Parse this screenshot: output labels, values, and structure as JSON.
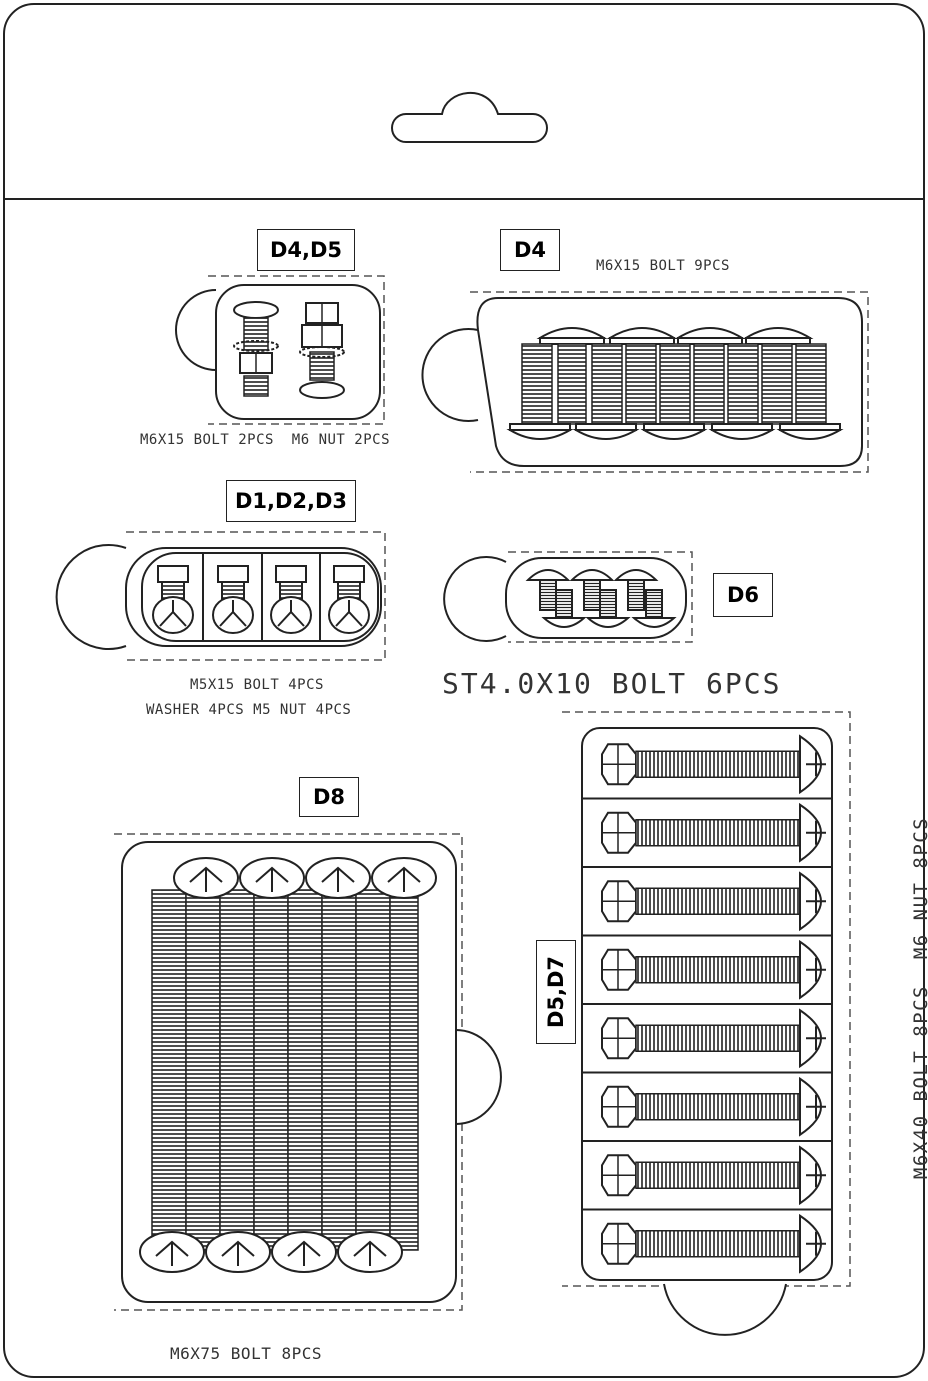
{
  "labels": {
    "tag_d4d5": "D4,D5",
    "tag_d4": "D4",
    "tag_d1d2d3": "D1,D2,D3",
    "tag_d6": "D6",
    "tag_d8": "D8",
    "tag_d5d7": "D5,D7"
  },
  "captions": {
    "top_right": "M6X15 BOLT 9PCS",
    "top_left": "M6X15 BOLT 2PCS  M6 NUT 2PCS",
    "mid_left_1": "M5X15 BOLT 4PCS",
    "mid_left_2": "WASHER 4PCS M5 NUT 4PCS",
    "st_bolt": "ST4.0X10 BOLT 6PCS",
    "m6x40": "M6X40 BOLT 8PCS  M6 NUT 8PCS",
    "m6x75": "M6X75 BOLT 8PCS"
  },
  "colors": {
    "line": "#222222",
    "background": "#ffffff"
  }
}
